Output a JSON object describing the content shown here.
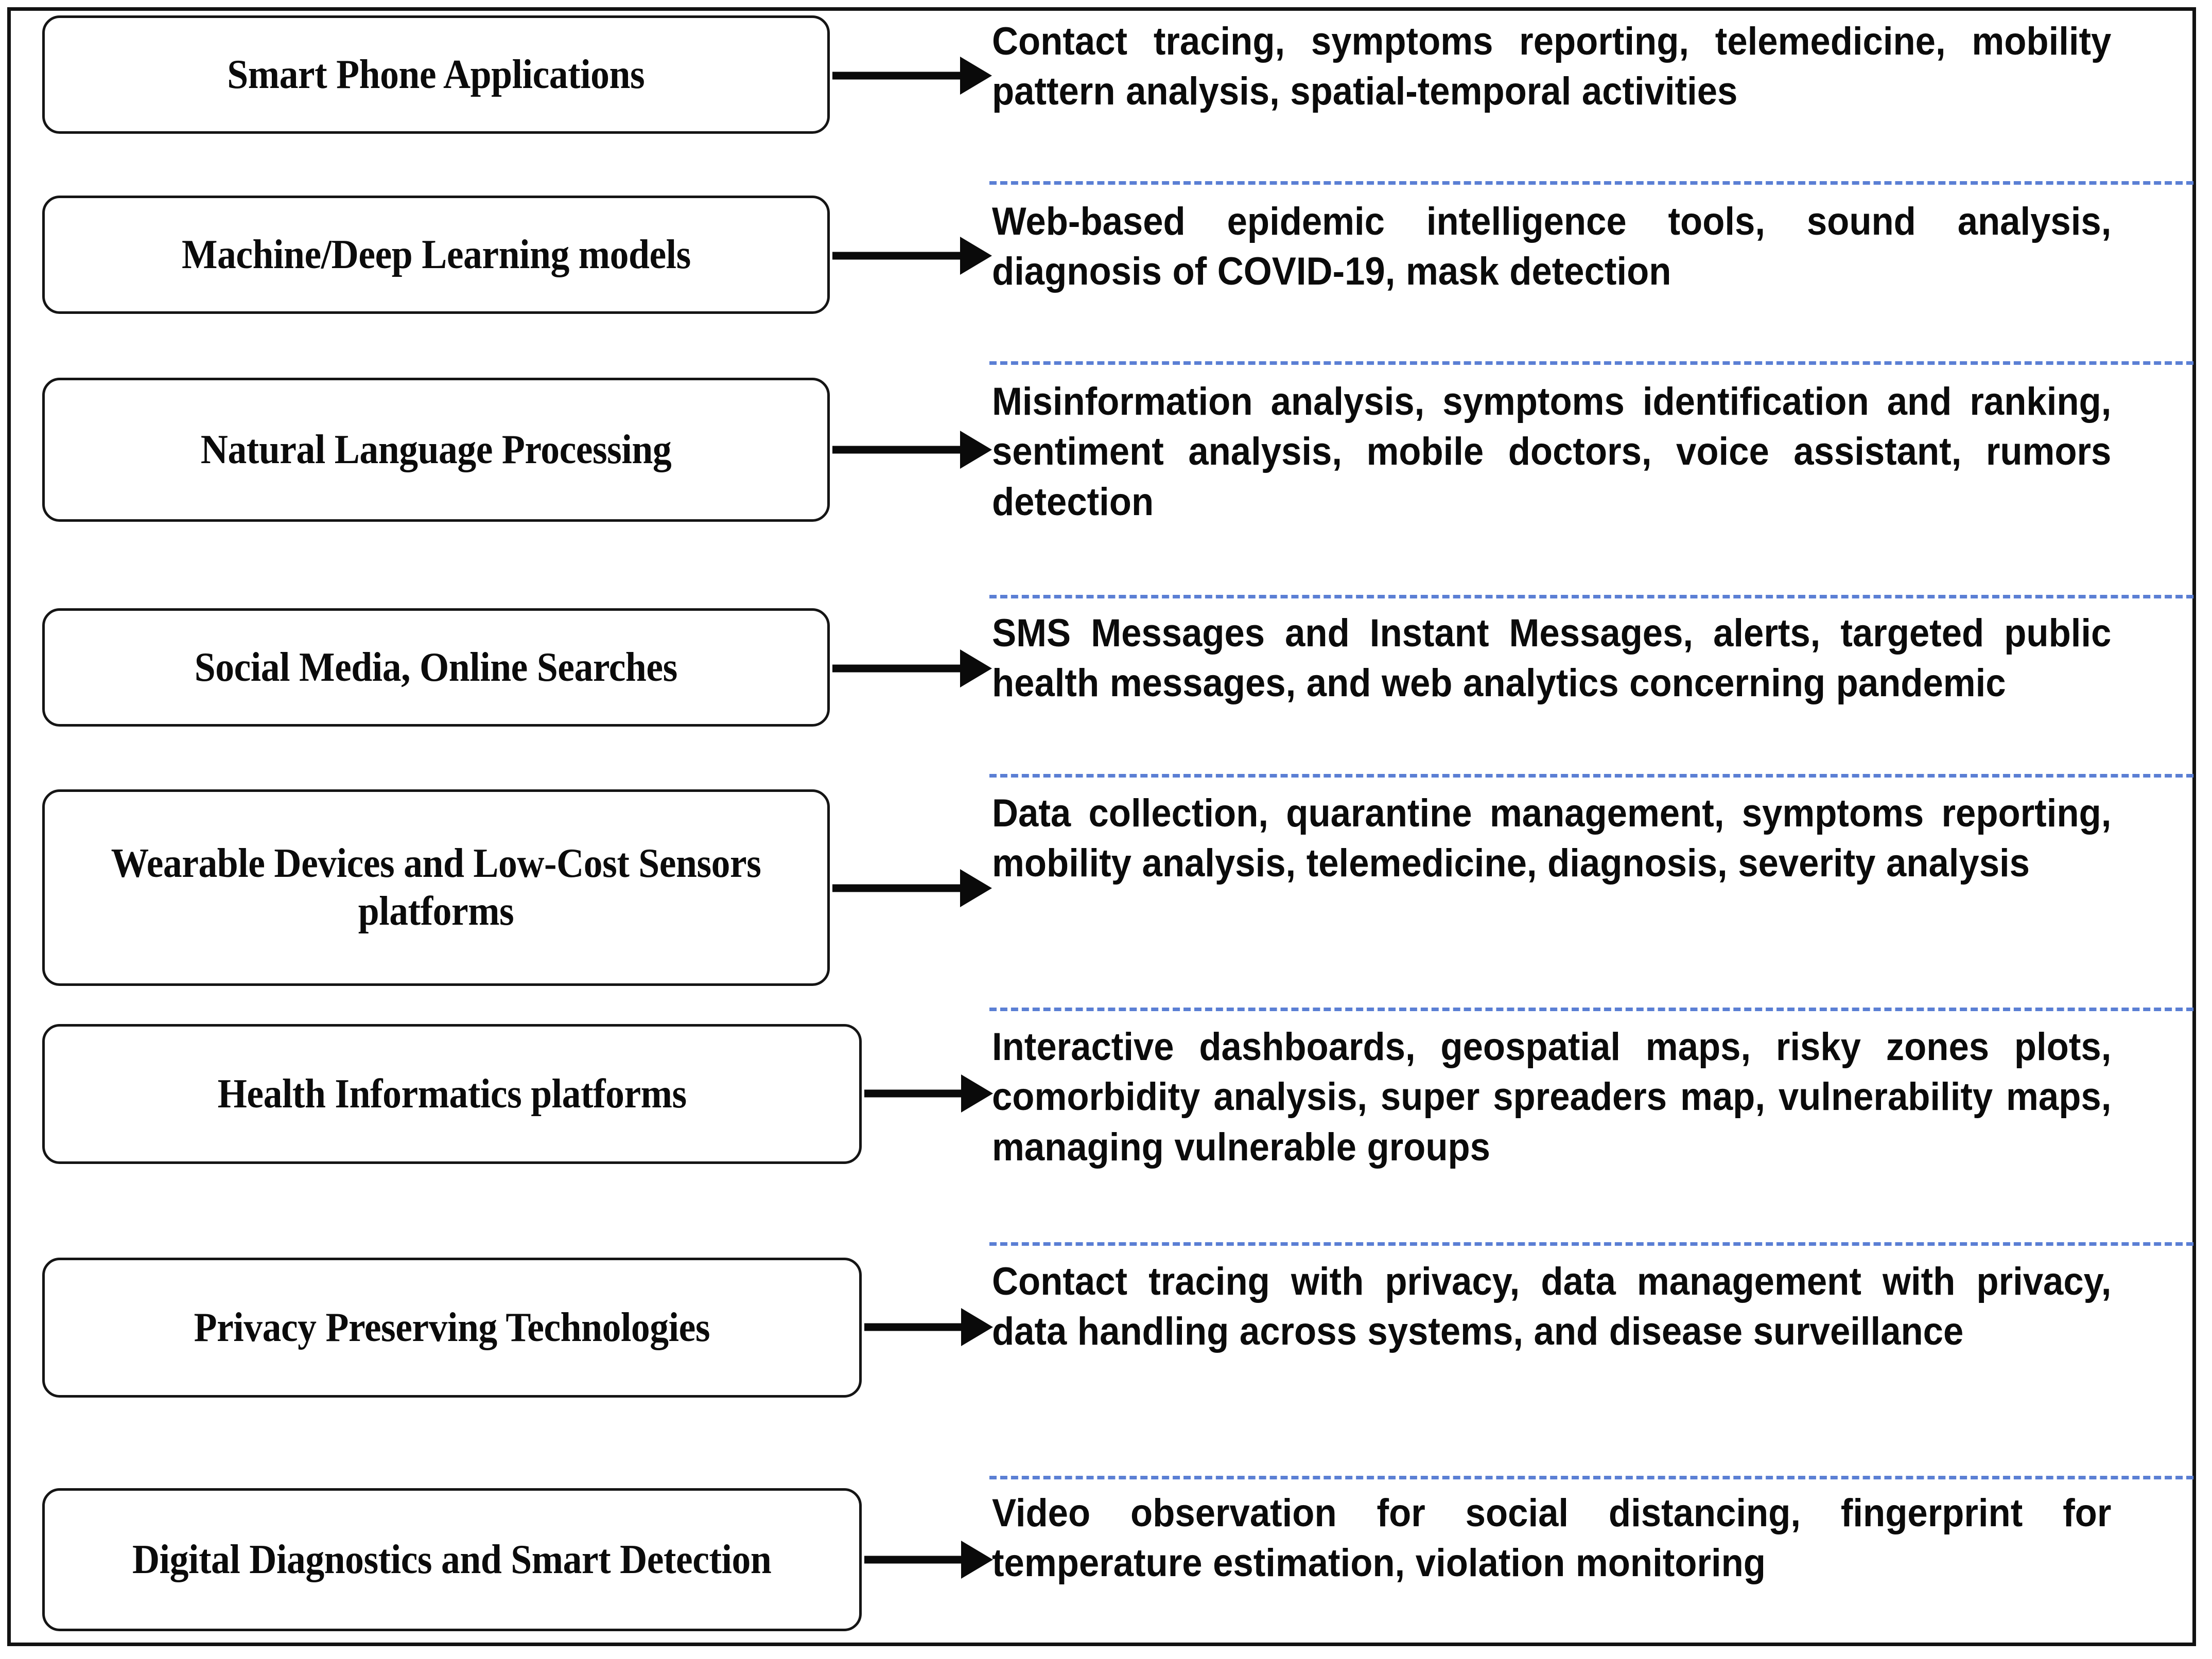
{
  "figure": {
    "type": "two-column mapping diagram",
    "left_column_heading": "",
    "right_column_heading": "",
    "accent_color": "#5b7fd4",
    "border_color": "#121212",
    "text_color": "#0b0b0b",
    "background_color": "#ffffff",
    "arrow_color": "#0a0a0a"
  },
  "rows": [
    {
      "category": "Smart Phone Applications",
      "applications": "Contact tracing, symptoms reporting, telemedicine, mobility pattern analysis, spatial-temporal activities"
    },
    {
      "category": "Machine/Deep Learning models",
      "applications": "Web-based epidemic intelligence tools, sound analysis, diagnosis of COVID-19, mask detection"
    },
    {
      "category": "Natural Language Processing",
      "applications": "Misinformation analysis, symptoms identification and ranking, sentiment analysis, mobile doctors, voice assistant, rumors detection"
    },
    {
      "category": "Social Media, Online Searches",
      "applications": "SMS Messages and Instant Messages, alerts, targeted public health messages, and web analytics concerning pandemic"
    },
    {
      "category": "Wearable Devices and Low-Cost Sensors platforms",
      "applications": "Data collection, quarantine management, symptoms reporting, mobility analysis, telemedicine, diagnosis, severity analysis"
    },
    {
      "category": "Health Informatics platforms",
      "applications": "Interactive dashboards, geospatial maps, risky zones plots, comorbidity analysis, super spreaders map, vulnerability maps, managing vulnerable groups"
    },
    {
      "category": "Privacy Preserving Technologies",
      "applications": "Contact tracing with privacy, data management with privacy, data handling across systems, and disease surveillance"
    },
    {
      "category": "Digital Diagnostics and Smart Detection",
      "applications": "Video observation for social distancing, fingerprint for temperature estimation, violation monitoring"
    }
  ]
}
